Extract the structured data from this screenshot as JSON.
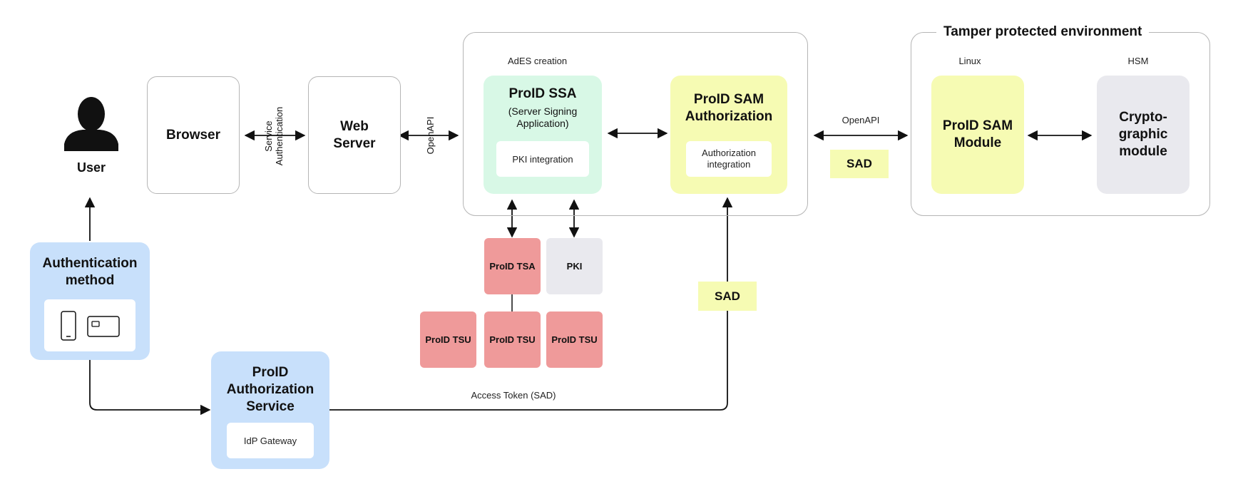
{
  "user": {
    "label": "User"
  },
  "browser": {
    "label": "Browser"
  },
  "service_auth": {
    "label": "Service Authentication"
  },
  "web_server": {
    "label": "Web Server"
  },
  "openapi_left": {
    "label": "OpenAPI"
  },
  "ades_group": {
    "caption": "AdES creation"
  },
  "ssa": {
    "title": "ProID SSA",
    "subtitle": "(Server Signing Application)",
    "inner": "PKI integration"
  },
  "sam_auth": {
    "title": "ProID SAM Authorization",
    "inner": "Authorization integration"
  },
  "openapi_right": {
    "label": "OpenAPI"
  },
  "sad_top": {
    "label": "SAD"
  },
  "tamper_group": {
    "title": "Tamper protected environment",
    "linux_caption": "Linux",
    "hsm_caption": "HSM"
  },
  "sam_module": {
    "title": "ProID SAM Module"
  },
  "crypto_module": {
    "title": "Crypto-graphic module"
  },
  "auth_method": {
    "title": "Authentication method"
  },
  "tsa": {
    "label": "ProID TSA"
  },
  "pki": {
    "label": "PKI"
  },
  "tsu": [
    {
      "label": "ProID TSU"
    },
    {
      "label": "ProID TSU"
    },
    {
      "label": "ProID TSU"
    }
  ],
  "sad_mid": {
    "label": "SAD"
  },
  "auth_service": {
    "title": "ProID Authorization Service",
    "inner": "IdP Gateway"
  },
  "access_token": {
    "label": "Access Token (SAD)"
  },
  "colors": {
    "green": "#d8f8e6",
    "yellow": "#f6fbb3",
    "gray": "#e9e9ee",
    "blue": "#c8e0fb",
    "red": "#ef9a9a"
  },
  "icons": [
    "user-icon",
    "phone-icon",
    "card-icon"
  ]
}
